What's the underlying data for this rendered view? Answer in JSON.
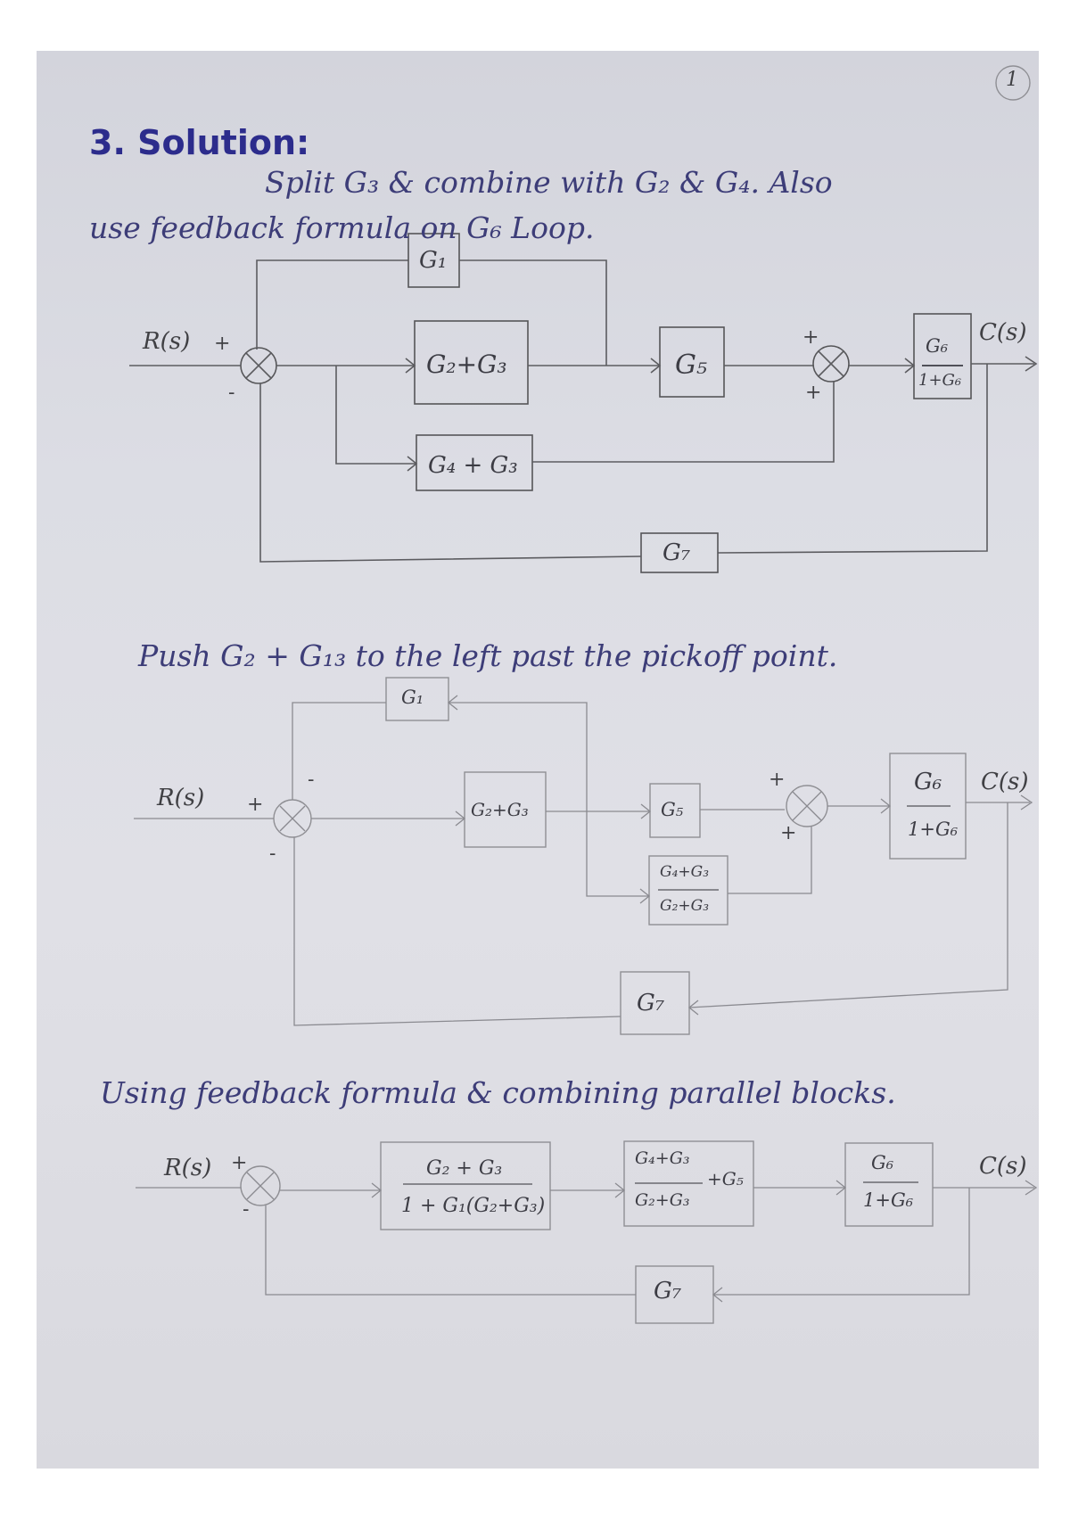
{
  "page_number": "1",
  "heading": "3. Solution:",
  "para1": {
    "line1": "Split   G₃ & combine   with  G₂ & G₄. Also",
    "line2": "use  feedback  formula   on  G₆ Loop."
  },
  "para2": "Push   G₂ + G₁₃  to  the   left  past  the  pickoff  point.",
  "para3": "Using    feedback   formula   &   combining   parallel  blocks.",
  "diagram1": {
    "input": "R(s)",
    "output": "C(s)",
    "blocks": {
      "g1": "G₁",
      "g2g3": "G₂+G₃",
      "g5": "G₅",
      "g6_num": "G₆",
      "g6_den": "1+G₆",
      "g4g3": "G₄ + G₃",
      "g7": "G₇"
    },
    "signs": {
      "s1_plus": "+",
      "s1_minus": "-",
      "s2_top": "+",
      "s2_bottom": "+"
    }
  },
  "diagram2": {
    "input": "R(s)",
    "output": "C(s)",
    "blocks": {
      "g1": "G₁",
      "g2g3": "G₂+G₃",
      "g5": "G₅",
      "g4g3_num": "G₄+G₃",
      "g4g3_den": "G₂+G₃",
      "g6_num": "G₆",
      "g6_den": "1+G₆",
      "g7": "G₇"
    },
    "signs": {
      "s1_plus": "+",
      "s1_minus_top": "-",
      "s1_minus_bottom": "-",
      "s2_top": "+",
      "s2_bottom": "+"
    }
  },
  "diagram3": {
    "input": "R(s)",
    "output": "C(s)",
    "blocks": {
      "fb_num": "G₂ + G₃",
      "fb_den": "1 + G₁(G₂+G₃)",
      "par_num": "G₄+G₃",
      "par_den": "G₂+G₃",
      "par_plus": "+G₅",
      "g6_num": "G₆",
      "g6_den": "1+G₆",
      "g7": "G₇"
    },
    "signs": {
      "s1_plus": "+",
      "s1_minus": "-"
    }
  }
}
